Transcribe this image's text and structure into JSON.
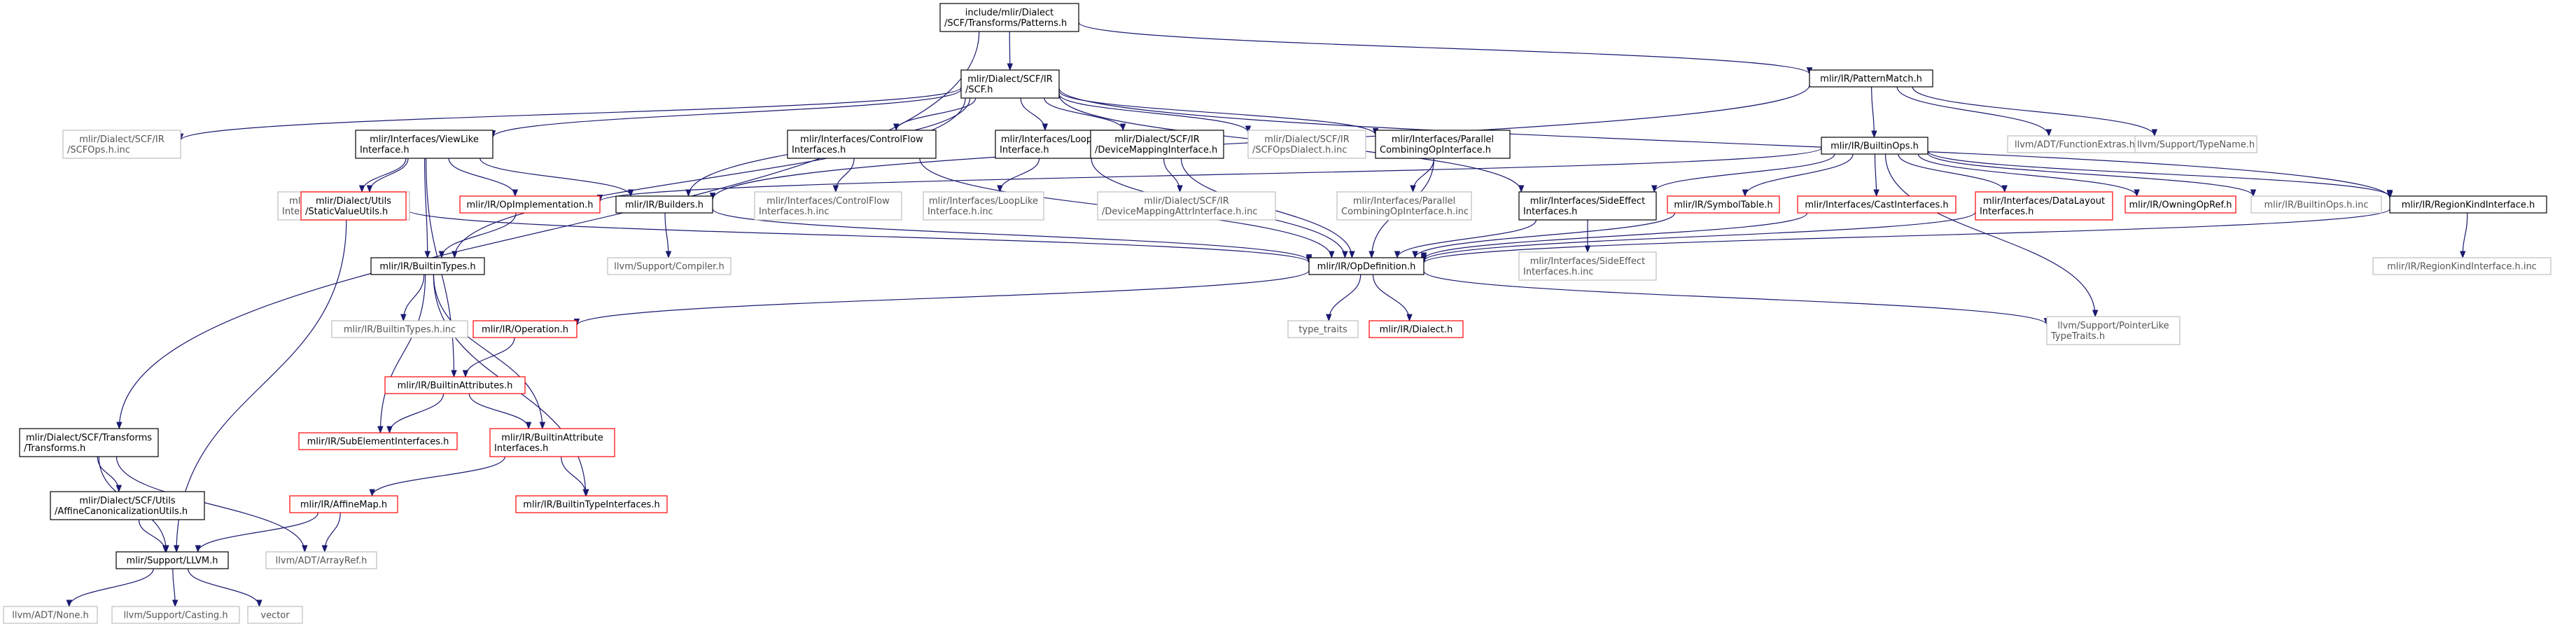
{
  "colors": {
    "edge": "#191970",
    "border_black": "#000000",
    "border_gray": "#bfbfbf",
    "border_red": "#ff0000",
    "root_fill": "#bfbfbf",
    "text": "#000000",
    "text_gray": "#555555"
  },
  "nodes": {
    "root": {
      "lines": [
        "include/mlir/Dialect",
        "/SCF/Transforms/Patterns.h"
      ],
      "kind": "root"
    },
    "scf_h": {
      "lines": [
        "mlir/Dialect/SCF/IR",
        "/SCF.h"
      ],
      "kind": "black"
    },
    "patternmatch": {
      "lines": [
        "mlir/IR/PatternMatch.h"
      ],
      "kind": "black"
    },
    "scfops_inc": {
      "lines": [
        "mlir/Dialect/SCF/IR",
        "/SCFOps.h.inc"
      ],
      "kind": "gray"
    },
    "viewlike": {
      "lines": [
        "mlir/Interfaces/ViewLike",
        "Interface.h"
      ],
      "kind": "black"
    },
    "controlflow": {
      "lines": [
        "mlir/Interfaces/ControlFlow",
        "Interfaces.h"
      ],
      "kind": "black"
    },
    "looplike": {
      "lines": [
        "mlir/Interfaces/LoopLike",
        "Interface.h"
      ],
      "kind": "black"
    },
    "devicemapping": {
      "lines": [
        "mlir/Dialect/SCF/IR",
        "/DeviceMappingInterface.h"
      ],
      "kind": "black"
    },
    "scfopsdialect": {
      "lines": [
        "mlir/Dialect/SCF/IR",
        "/SCFOpsDialect.h.inc"
      ],
      "kind": "gray"
    },
    "parallelcombining": {
      "lines": [
        "mlir/Interfaces/Parallel",
        "CombiningOpInterface.h"
      ],
      "kind": "black"
    },
    "builtinops": {
      "lines": [
        "mlir/IR/BuiltinOps.h"
      ],
      "kind": "black"
    },
    "functionextras": {
      "lines": [
        "llvm/ADT/FunctionExtras.h"
      ],
      "kind": "gray"
    },
    "typename": {
      "lines": [
        "llvm/Support/TypeName.h"
      ],
      "kind": "gray"
    },
    "viewlike_inc": {
      "lines": [
        "mlir/Interfaces/ViewLike",
        "Interface.h.inc"
      ],
      "kind": "gray"
    },
    "staticvalue": {
      "lines": [
        "mlir/Dialect/Utils",
        "/StaticValueUtils.h"
      ],
      "kind": "red"
    },
    "opimpl": {
      "lines": [
        "mlir/IR/OpImplementation.h"
      ],
      "kind": "red"
    },
    "builders": {
      "lines": [
        "mlir/IR/Builders.h"
      ],
      "kind": "black"
    },
    "controlflow_inc": {
      "lines": [
        "mlir/Interfaces/ControlFlow",
        "Interfaces.h.inc"
      ],
      "kind": "gray"
    },
    "looplike_inc": {
      "lines": [
        "mlir/Interfaces/LoopLike",
        "Interface.h.inc"
      ],
      "kind": "gray"
    },
    "devicemapping_inc": {
      "lines": [
        "mlir/Dialect/SCF/IR",
        "/DeviceMappingAttrInterface.h.inc"
      ],
      "kind": "gray"
    },
    "parallelcombining_inc": {
      "lines": [
        "mlir/Interfaces/Parallel",
        "CombiningOpInterface.h.inc"
      ],
      "kind": "gray"
    },
    "sideeffect": {
      "lines": [
        "mlir/Interfaces/SideEffect",
        "Interfaces.h"
      ],
      "kind": "black"
    },
    "symboltable": {
      "lines": [
        "mlir/IR/SymbolTable.h"
      ],
      "kind": "red"
    },
    "castinterfaces": {
      "lines": [
        "mlir/Interfaces/CastInterfaces.h"
      ],
      "kind": "red"
    },
    "datalayout": {
      "lines": [
        "mlir/Interfaces/DataLayout",
        "Interfaces.h"
      ],
      "kind": "red"
    },
    "owningopref": {
      "lines": [
        "mlir/IR/OwningOpRef.h"
      ],
      "kind": "red"
    },
    "builtinops_inc": {
      "lines": [
        "mlir/IR/BuiltinOps.h.inc"
      ],
      "kind": "gray"
    },
    "regionkind": {
      "lines": [
        "mlir/IR/RegionKindInterface.h"
      ],
      "kind": "black"
    },
    "builtintypes": {
      "lines": [
        "mlir/IR/BuiltinTypes.h"
      ],
      "kind": "black"
    },
    "compiler": {
      "lines": [
        "llvm/Support/Compiler.h"
      ],
      "kind": "gray"
    },
    "opdefinition": {
      "lines": [
        "mlir/IR/OpDefinition.h"
      ],
      "kind": "black"
    },
    "sideeffect_inc": {
      "lines": [
        "mlir/Interfaces/SideEffect",
        "Interfaces.h.inc"
      ],
      "kind": "gray"
    },
    "regionkind_inc": {
      "lines": [
        "mlir/IR/RegionKindInterface.h.inc"
      ],
      "kind": "gray"
    },
    "builtintypes_inc": {
      "lines": [
        "mlir/IR/BuiltinTypes.h.inc"
      ],
      "kind": "gray"
    },
    "operation": {
      "lines": [
        "mlir/IR/Operation.h"
      ],
      "kind": "red"
    },
    "type_traits": {
      "lines": [
        "type_traits"
      ],
      "kind": "gray"
    },
    "dialect": {
      "lines": [
        "mlir/IR/Dialect.h"
      ],
      "kind": "red"
    },
    "pointerlike": {
      "lines": [
        "llvm/Support/PointerLike",
        "TypeTraits.h"
      ],
      "kind": "gray"
    },
    "builtinattrs": {
      "lines": [
        "mlir/IR/BuiltinAttributes.h"
      ],
      "kind": "red"
    },
    "subelement": {
      "lines": [
        "mlir/IR/SubElementInterfaces.h"
      ],
      "kind": "red"
    },
    "builtinattrinterfaces": {
      "lines": [
        "mlir/IR/BuiltinAttribute",
        "Interfaces.h"
      ],
      "kind": "red"
    },
    "scf_transforms": {
      "lines": [
        "mlir/Dialect/SCF/Transforms",
        "/Transforms.h"
      ],
      "kind": "black"
    },
    "affinecanon": {
      "lines": [
        "mlir/Dialect/SCF/Utils",
        "/AffineCanonicalizationUtils.h"
      ],
      "kind": "black"
    },
    "affinemap": {
      "lines": [
        "mlir/IR/AffineMap.h"
      ],
      "kind": "red"
    },
    "builtintypeinterfaces": {
      "lines": [
        "mlir/IR/BuiltinTypeInterfaces.h"
      ],
      "kind": "red"
    },
    "llvm_h": {
      "lines": [
        "mlir/Support/LLVM.h"
      ],
      "kind": "black"
    },
    "arrayref": {
      "lines": [
        "llvm/ADT/ArrayRef.h"
      ],
      "kind": "gray"
    },
    "none_h": {
      "lines": [
        "llvm/ADT/None.h"
      ],
      "kind": "gray"
    },
    "casting": {
      "lines": [
        "llvm/Support/Casting.h"
      ],
      "kind": "gray"
    },
    "vector": {
      "lines": [
        "vector"
      ],
      "kind": "gray"
    }
  },
  "edges": [
    [
      "root",
      "scf_h"
    ],
    [
      "root",
      "patternmatch"
    ],
    [
      "root",
      "scf_transforms"
    ],
    [
      "scf_h",
      "scfops_inc"
    ],
    [
      "scf_h",
      "viewlike"
    ],
    [
      "scf_h",
      "controlflow"
    ],
    [
      "scf_h",
      "looplike"
    ],
    [
      "scf_h",
      "devicemapping"
    ],
    [
      "scf_h",
      "scfopsdialect"
    ],
    [
      "scf_h",
      "parallelcombining"
    ],
    [
      "scf_h",
      "builders"
    ],
    [
      "scf_h",
      "builtintypes"
    ],
    [
      "scf_h",
      "sideeffect"
    ],
    [
      "scf_h",
      "regionkind"
    ],
    [
      "patternmatch",
      "builtinops"
    ],
    [
      "patternmatch",
      "functionextras"
    ],
    [
      "patternmatch",
      "typename"
    ],
    [
      "patternmatch",
      "builders"
    ],
    [
      "viewlike",
      "viewlike_inc"
    ],
    [
      "viewlike",
      "staticvalue"
    ],
    [
      "viewlike",
      "opimpl"
    ],
    [
      "viewlike",
      "builders"
    ],
    [
      "viewlike",
      "builtintypes"
    ],
    [
      "viewlike",
      "builtinattrs"
    ],
    [
      "controlflow",
      "controlflow_inc"
    ],
    [
      "controlflow",
      "opdefinition"
    ],
    [
      "looplike",
      "looplike_inc"
    ],
    [
      "looplike",
      "opdefinition"
    ],
    [
      "devicemapping",
      "devicemapping_inc"
    ],
    [
      "devicemapping",
      "opdefinition"
    ],
    [
      "parallelcombining",
      "parallelcombining_inc"
    ],
    [
      "parallelcombining",
      "opdefinition"
    ],
    [
      "builtinops",
      "opimpl"
    ],
    [
      "builtinops",
      "sideeffect"
    ],
    [
      "builtinops",
      "symboltable"
    ],
    [
      "builtinops",
      "castinterfaces"
    ],
    [
      "builtinops",
      "datalayout"
    ],
    [
      "builtinops",
      "owningopref"
    ],
    [
      "builtinops",
      "builtinops_inc"
    ],
    [
      "builtinops",
      "regionkind"
    ],
    [
      "builtinops",
      "pointerlike"
    ],
    [
      "staticvalue",
      "opdefinition"
    ],
    [
      "staticvalue",
      "llvm_h"
    ],
    [
      "opimpl",
      "builtintypes"
    ],
    [
      "builders",
      "compiler"
    ],
    [
      "builders",
      "opdefinition"
    ],
    [
      "sideeffect",
      "opdefinition"
    ],
    [
      "sideeffect",
      "sideeffect_inc"
    ],
    [
      "symboltable",
      "opdefinition"
    ],
    [
      "castinterfaces",
      "opdefinition"
    ],
    [
      "datalayout",
      "opdefinition"
    ],
    [
      "regionkind",
      "opdefinition"
    ],
    [
      "regionkind",
      "regionkind_inc"
    ],
    [
      "builtintypes",
      "builtintypes_inc"
    ],
    [
      "builtintypes",
      "subelement"
    ],
    [
      "builtintypes",
      "builtinattrinterfaces"
    ],
    [
      "builtintypes",
      "builtintypeinterfaces"
    ],
    [
      "opdefinition",
      "type_traits"
    ],
    [
      "opdefinition",
      "dialect"
    ],
    [
      "opdefinition",
      "operation"
    ],
    [
      "opdefinition",
      "pointerlike"
    ],
    [
      "operation",
      "builtinattrs"
    ],
    [
      "builtinattrs",
      "subelement"
    ],
    [
      "builtinattrs",
      "builtinattrinterfaces"
    ],
    [
      "builtinattrinterfaces",
      "affinemap"
    ],
    [
      "builtinattrinterfaces",
      "builtintypeinterfaces"
    ],
    [
      "scf_transforms",
      "affinecanon"
    ],
    [
      "scf_transforms",
      "llvm_h"
    ],
    [
      "scf_transforms",
      "arrayref"
    ],
    [
      "affinecanon",
      "llvm_h"
    ],
    [
      "affinemap",
      "llvm_h"
    ],
    [
      "affinemap",
      "arrayref"
    ],
    [
      "llvm_h",
      "none_h"
    ],
    [
      "llvm_h",
      "casting"
    ],
    [
      "llvm_h",
      "vector"
    ]
  ]
}
